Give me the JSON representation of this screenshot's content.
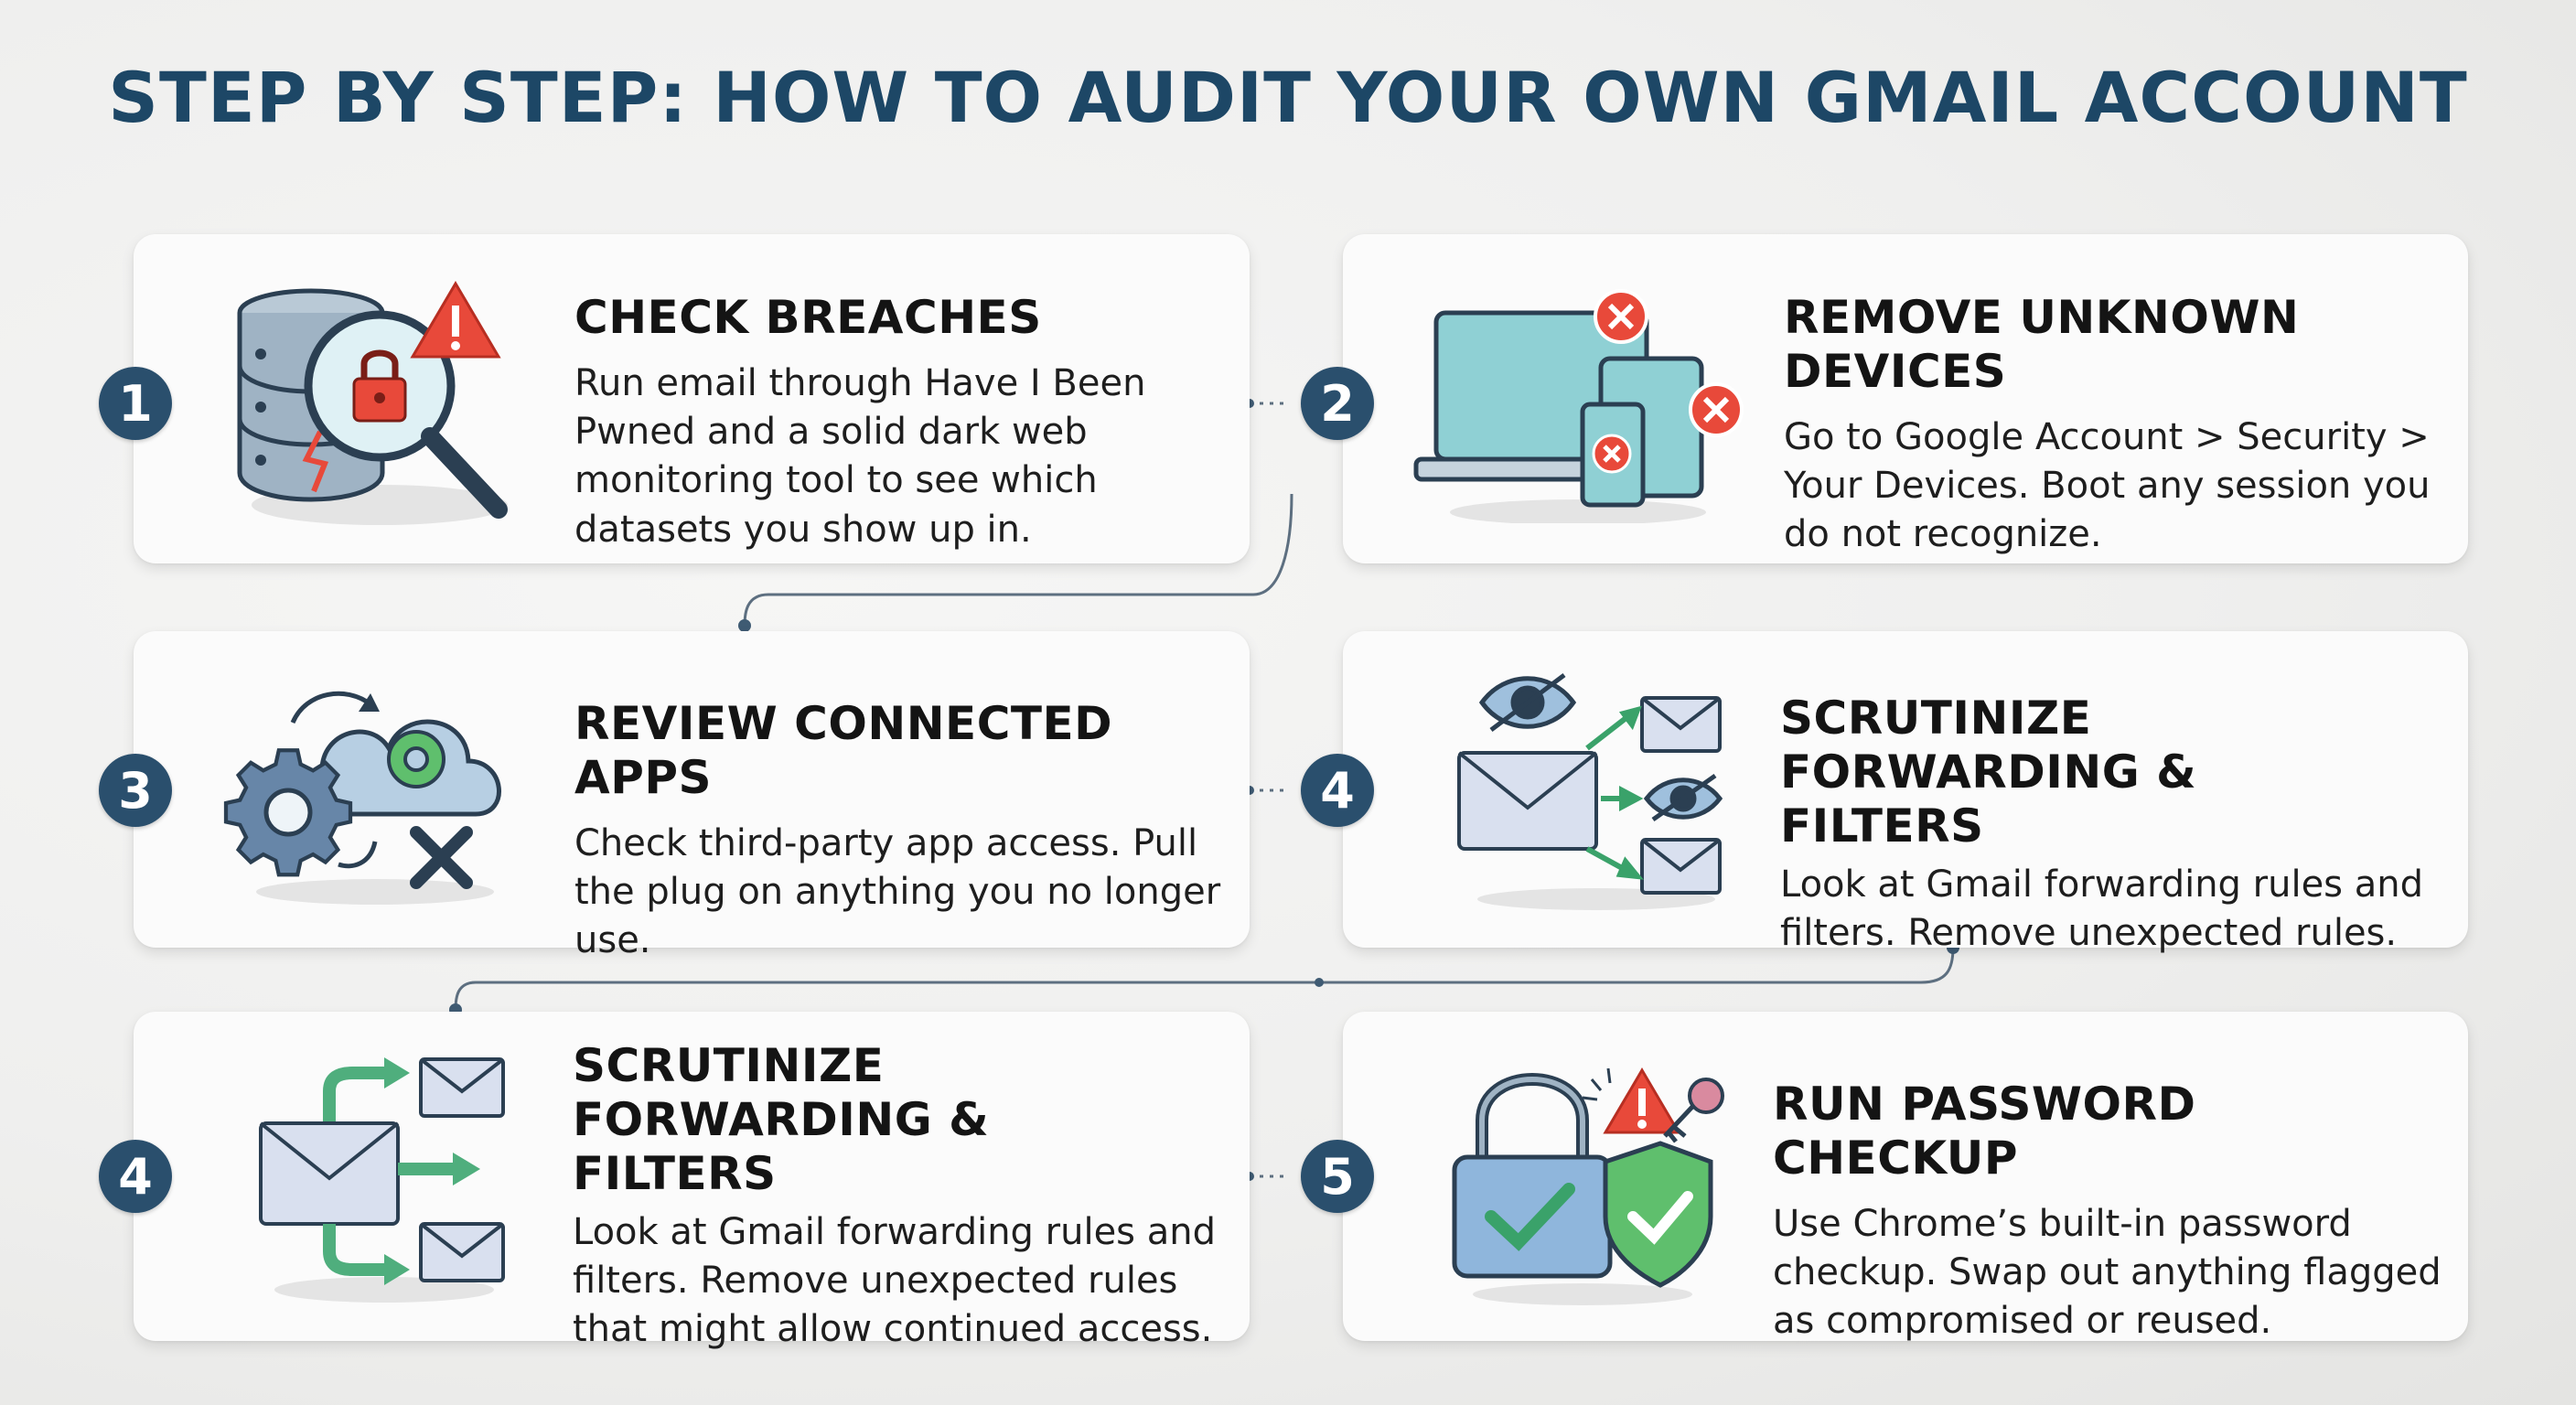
{
  "title": "STEP BY STEP: HOW TO AUDIT YOUR OWN GMAIL ACCOUNT",
  "colors": {
    "title": "#1d4766",
    "badge": "#2a4f6d",
    "alert": "#e8493a",
    "success": "#3aa26a",
    "device": "#7fc9cf"
  },
  "steps": [
    {
      "number": "1",
      "heading": "CHECK BREACHES",
      "body": "Run email through Have I Been Pwned and a solid dark web monitoring tool to see which datasets you show up in.",
      "icon": "database-magnifier-lock-icon"
    },
    {
      "number": "2",
      "heading": "REMOVE UNKNOWN DEVICES",
      "body": "Go to Google Account > Security > Your Devices. Boot any session you do not recognize.",
      "icon": "devices-icon"
    },
    {
      "number": "3",
      "heading": "REVIEW CONNECTED APPS",
      "body": "Check third-party app access. Pull the plug on anything you no longer use.",
      "icon": "cloud-gears-icon"
    },
    {
      "number": "4",
      "heading": "SCRUTINIZE FORWARDING & FILTERS",
      "body": "Look at Gmail forwarding rules and filters. Remove unexpected rules.",
      "icon": "email-forward-eye-icon"
    },
    {
      "number": "4",
      "heading": "SCRUTINIZE FORWARDING & FILTERS",
      "body": "Look at Gmail forwarding rules and filters. Remove unexpected rules that might allow continued access.",
      "icon": "email-forward-icon"
    },
    {
      "number": "5",
      "heading": "RUN PASSWORD CHECKUP",
      "body": "Use Chrome’s built-in password checkup. Swap out anything flagged as compromised or reused.",
      "icon": "padlock-shield-icon"
    }
  ]
}
